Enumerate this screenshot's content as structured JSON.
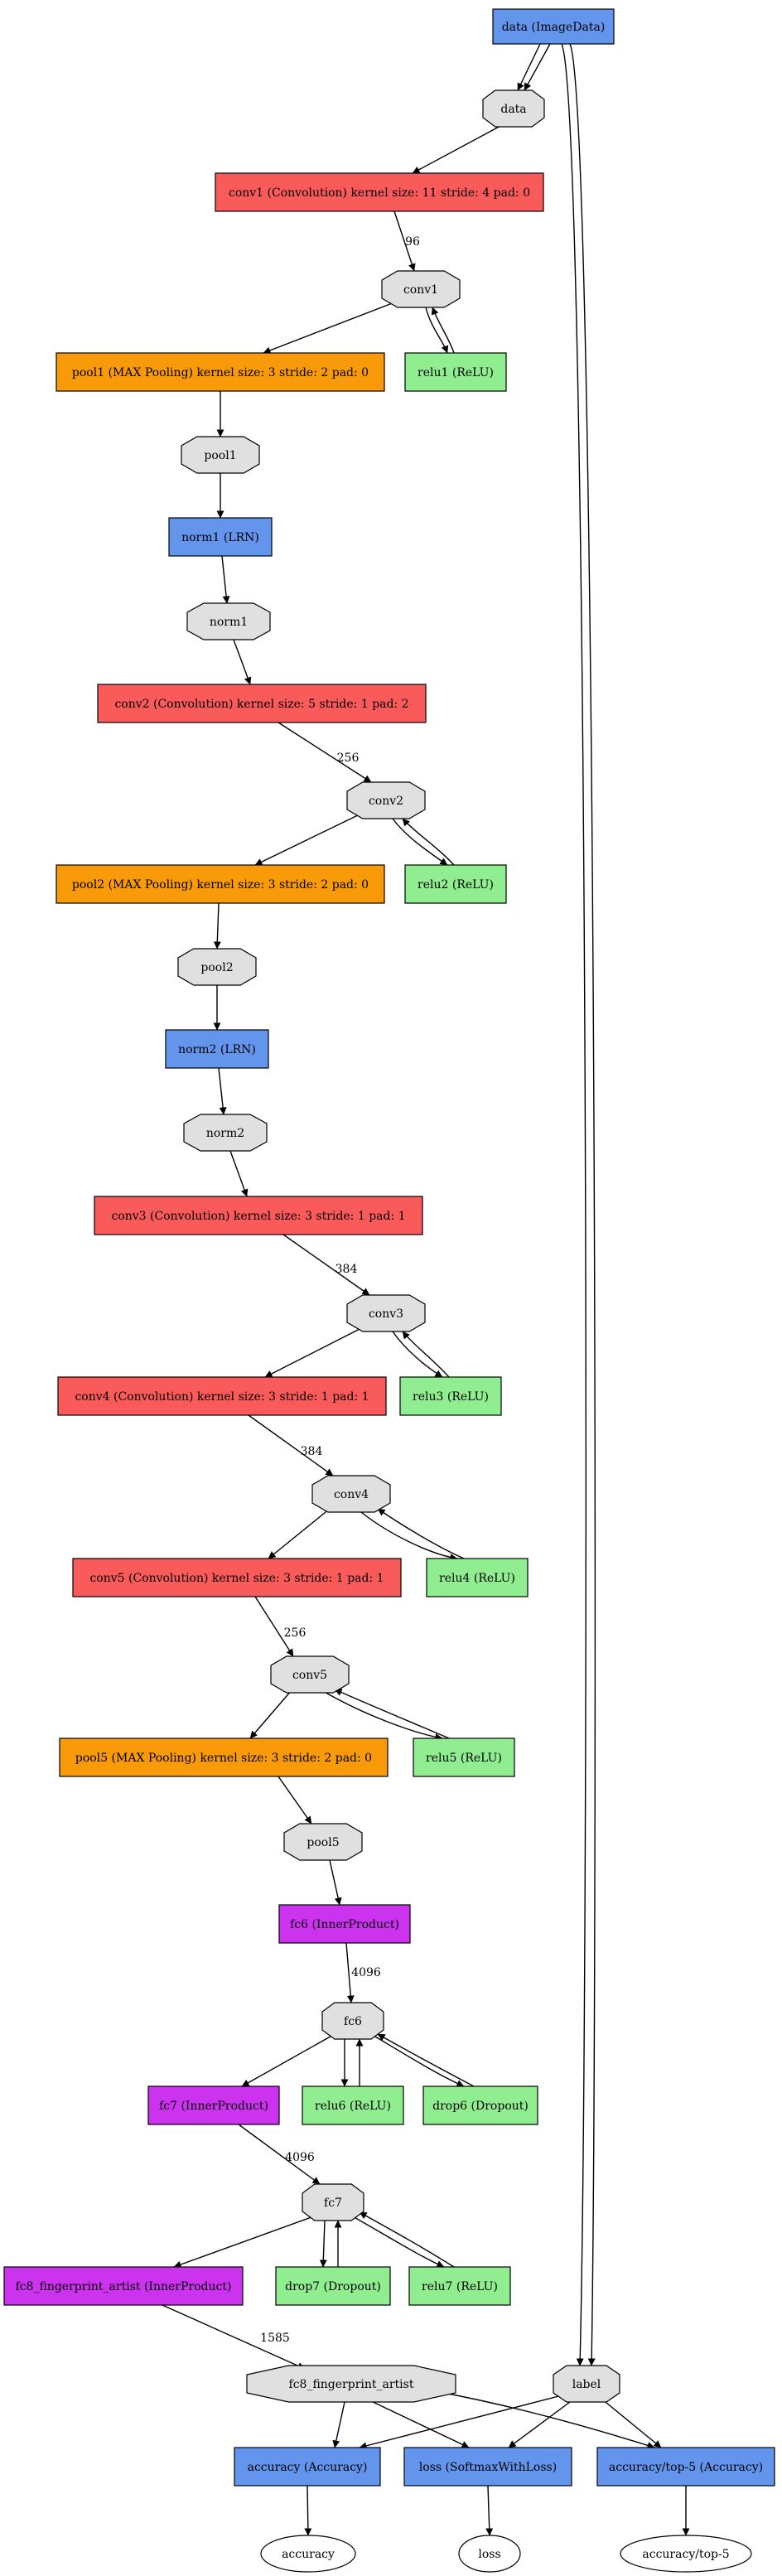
{
  "colors": {
    "convolution": "#f95a5a",
    "pooling": "#f99a0a",
    "lrn": "#6495ed",
    "data": "#6495ed",
    "relu": "#90ee90",
    "dropout": "#90ee90",
    "inner_product": "#cc33ee",
    "blob": "#e0e0e0",
    "output": "#ffffff",
    "edge": "#000000"
  },
  "layers": {
    "data": "data (ImageData)",
    "conv1": "conv1 (Convolution) kernel size: 11 stride: 4 pad: 0",
    "relu1": "relu1 (ReLU)",
    "pool1": "pool1 (MAX Pooling) kernel size: 3 stride: 2 pad: 0",
    "norm1": "norm1 (LRN)",
    "conv2": "conv2 (Convolution) kernel size: 5 stride: 1 pad: 2",
    "relu2": "relu2 (ReLU)",
    "pool2": "pool2 (MAX Pooling) kernel size: 3 stride: 2 pad: 0",
    "norm2": "norm2 (LRN)",
    "conv3": "conv3 (Convolution) kernel size: 3 stride: 1 pad: 1",
    "relu3": "relu3 (ReLU)",
    "conv4": "conv4 (Convolution) kernel size: 3 stride: 1 pad: 1",
    "relu4": "relu4 (ReLU)",
    "conv5": "conv5 (Convolution) kernel size: 3 stride: 1 pad: 1",
    "relu5": "relu5 (ReLU)",
    "pool5": "pool5 (MAX Pooling) kernel size: 3 stride: 2 pad: 0",
    "fc6": "fc6 (InnerProduct)",
    "relu6": "relu6 (ReLU)",
    "drop6": "drop6 (Dropout)",
    "fc7": "fc7 (InnerProduct)",
    "drop7": "drop7 (Dropout)",
    "relu7": "relu7 (ReLU)",
    "fc8": "fc8_fingerprint_artist (InnerProduct)",
    "accuracy": "accuracy (Accuracy)",
    "loss": "loss (SoftmaxWithLoss)",
    "accuracy_top5": "accuracy/top-5 (Accuracy)"
  },
  "blobs": {
    "data": "data",
    "conv1": "conv1",
    "pool1": "pool1",
    "norm1": "norm1",
    "conv2": "conv2",
    "pool2": "pool2",
    "norm2": "norm2",
    "conv3": "conv3",
    "conv4": "conv4",
    "conv5": "conv5",
    "pool5": "pool5",
    "fc6": "fc6",
    "fc7": "fc7",
    "fc8": "fc8_fingerprint_artist",
    "label": "label"
  },
  "outputs": {
    "accuracy": "accuracy",
    "loss": "loss",
    "accuracy_top5": "accuracy/top-5"
  },
  "edge_labels": {
    "conv1": "96",
    "conv2": "256",
    "conv3": "384",
    "conv4": "384",
    "conv5": "256",
    "fc6": "4096",
    "fc7": "4096",
    "fc8": "1585"
  }
}
